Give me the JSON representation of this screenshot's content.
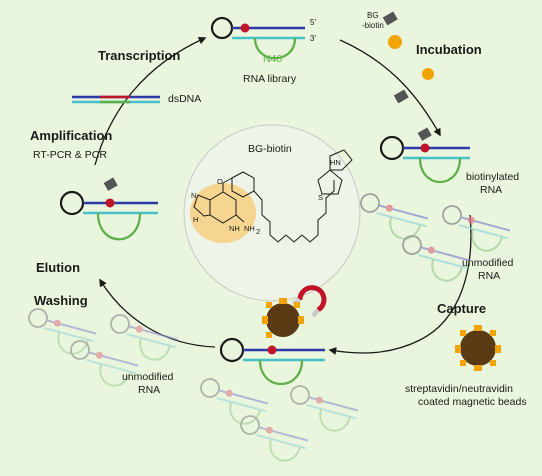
{
  "stages": {
    "transcription": "Transcription",
    "incubation": "Incubation",
    "amplification": "Amplification",
    "amplification_sub": "RT-PCR & PCR",
    "elution": "Elution",
    "washing": "Washing",
    "capture": "Capture"
  },
  "labels": {
    "rna_library": "RNA library",
    "n40": "N40",
    "five_prime": "5'",
    "three_prime": "3'",
    "dsdna": "dsDNA",
    "bg_biotin_reagent_1": "BG",
    "bg_biotin_reagent_2": "-biotin",
    "biotinylated_1": "biotinylated",
    "biotinylated_2": "RNA",
    "unmodified_right_1": "unmodified",
    "unmodified_right_2": "RNA",
    "unmodified_left_1": "unmodified",
    "unmodified_left_2": "RNA",
    "beads_1": "streptavidin/neutravidin",
    "beads_2": "coated magnetic beads"
  },
  "center": {
    "title": "BG-biotin",
    "chem_o": "O",
    "chem_n": "N",
    "chem_nh": "NH",
    "chem_nh2": "NH",
    "chem_nh2_sub": "2",
    "chem_h": "H",
    "chem_s": "S",
    "chem_hn": "HN"
  },
  "colors": {
    "background": "#e9f5dc",
    "rna_green": "#5fb04a",
    "rna_blue": "#2d3aa8",
    "rna_cyan": "#47c0c9",
    "modification_red": "#c0142a",
    "bead_brown": "#5a3a12",
    "bead_orange": "#f2a500",
    "guanine_highlight": "#f5d58f",
    "magnet_red": "#c0142a",
    "faded_rna": "#a3cf9a"
  }
}
